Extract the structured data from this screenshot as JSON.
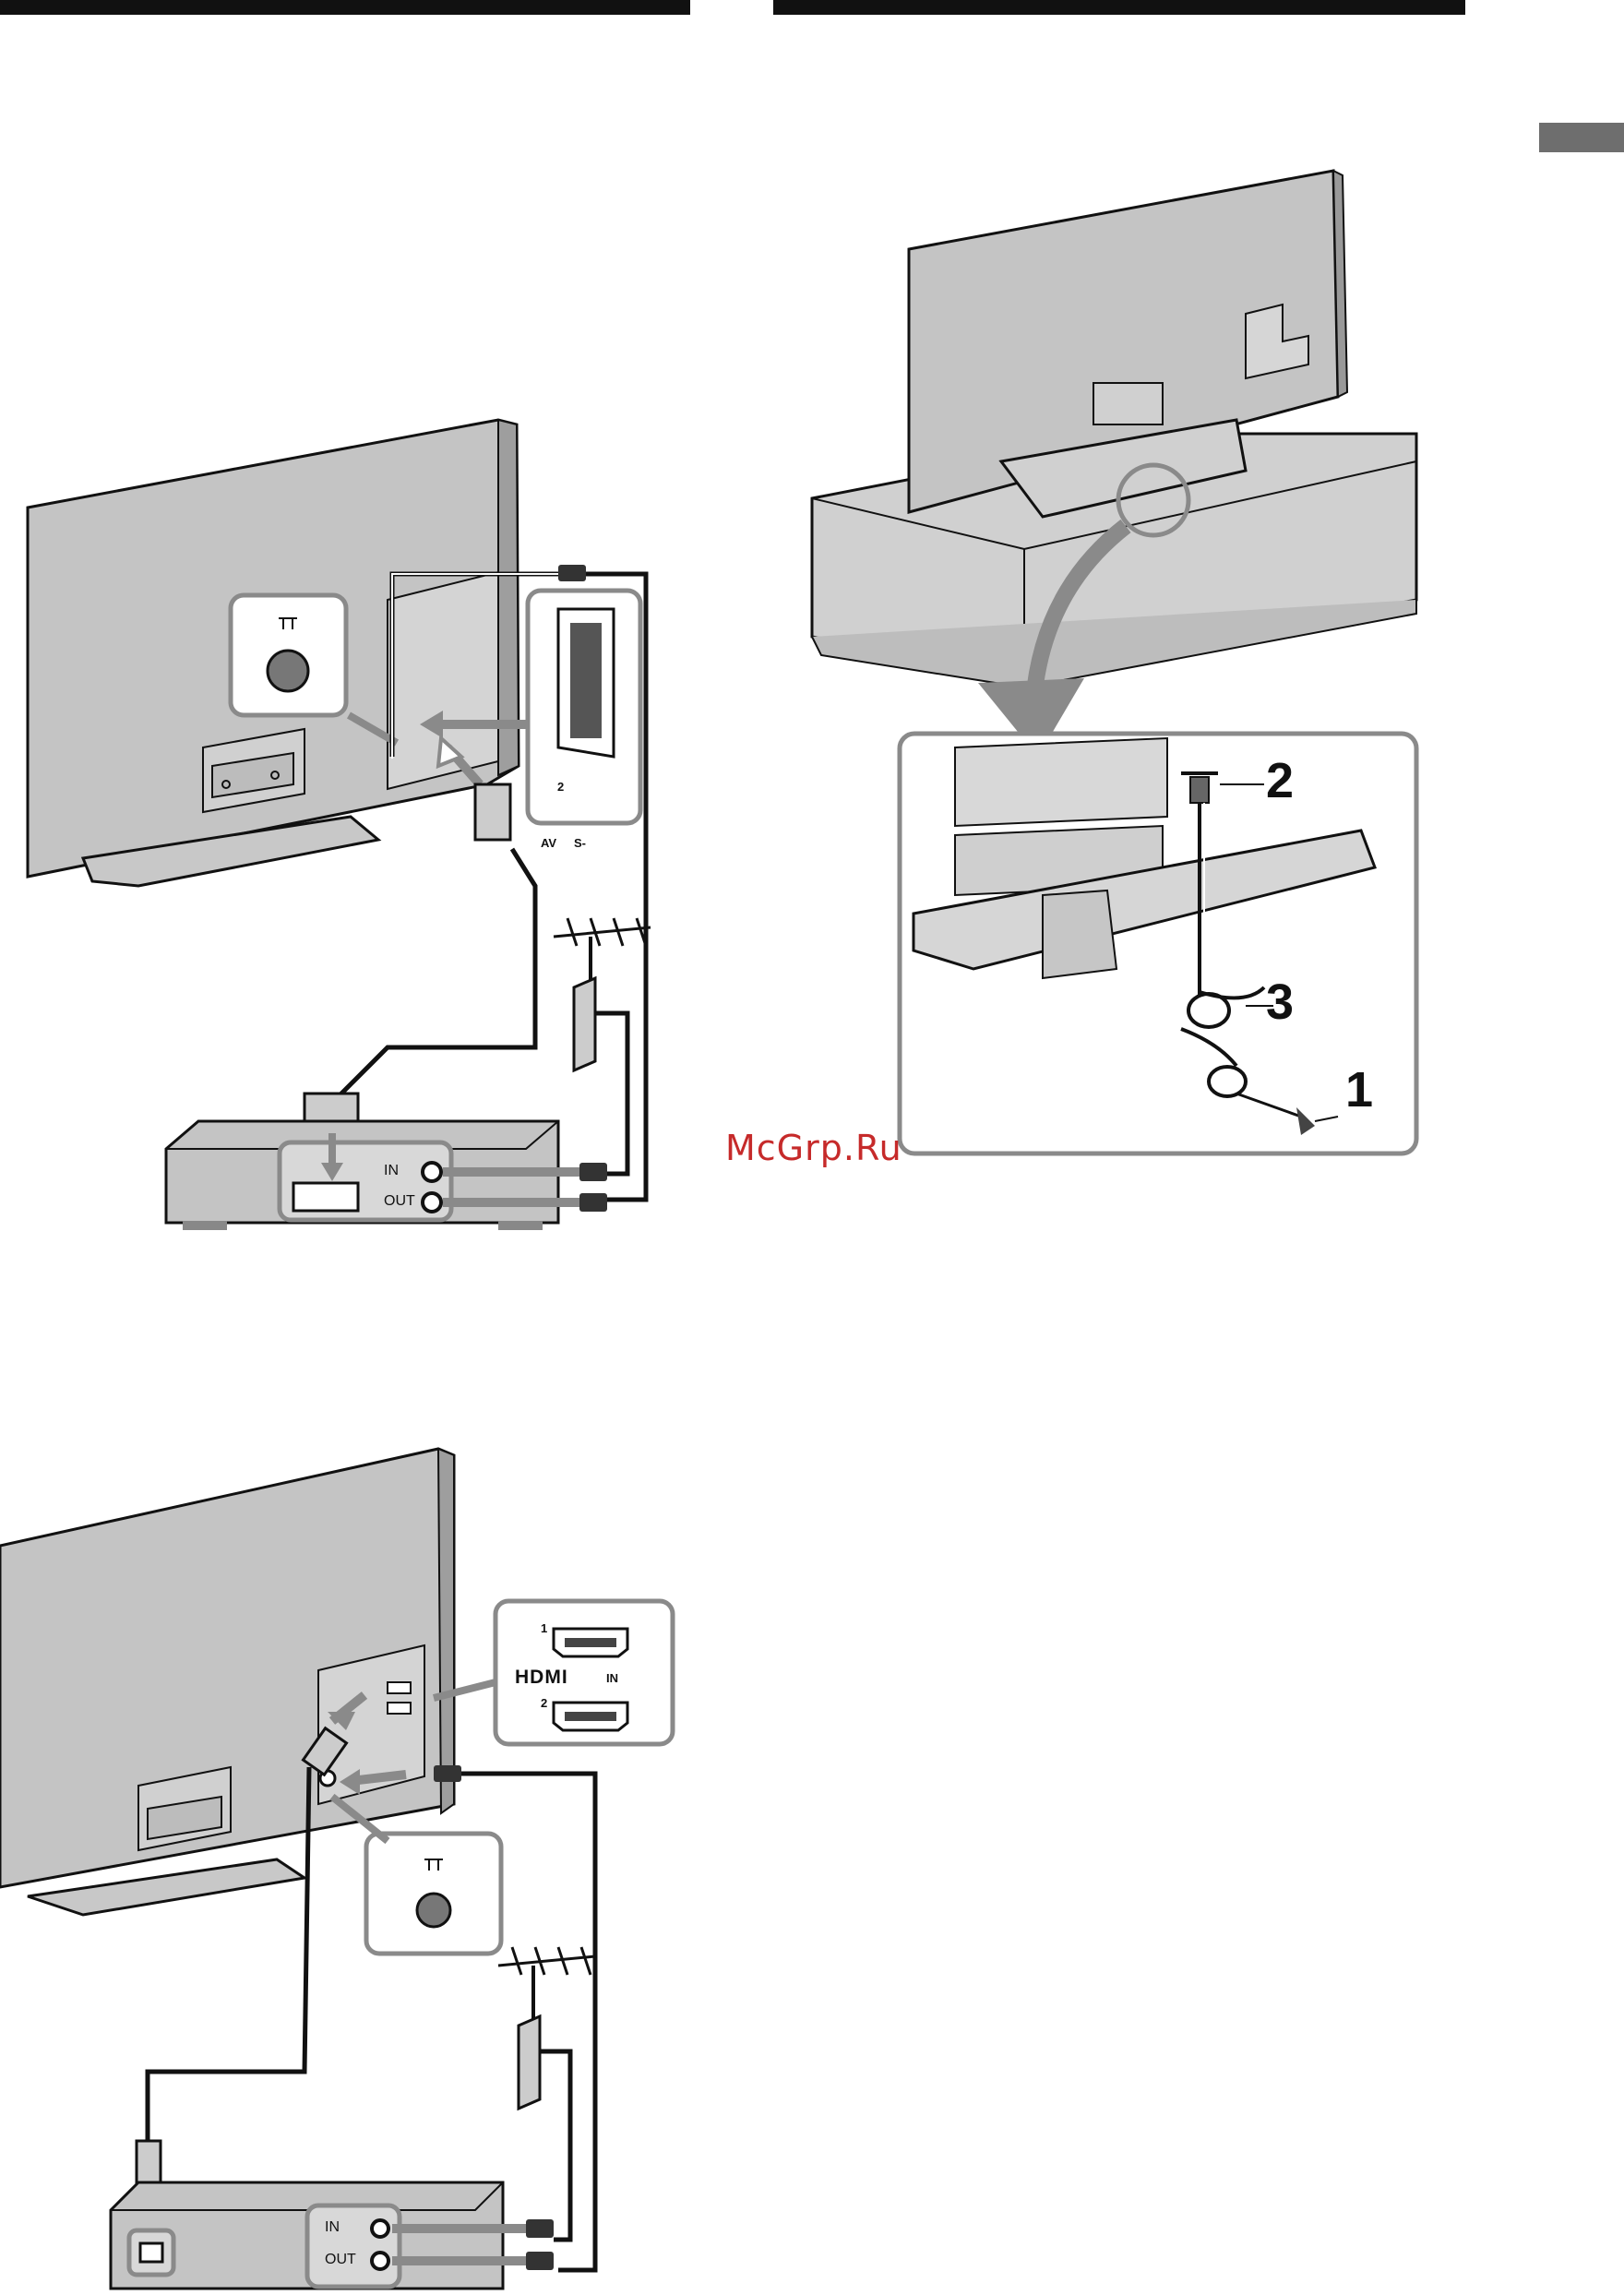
{
  "watermark": "McGrp.Ru",
  "colors": {
    "tv_body": "#c4c4c4",
    "arrow": "#8a8a8a",
    "frame": "#7a7a7a",
    "watermark": "#c62a2a"
  },
  "icons": [
    "antenna-icon",
    "aerial-socket-icon",
    "scart-connector-icon",
    "hdmi-connector-icon",
    "coaxial-plug-icon",
    "screw-icon",
    "cord-icon"
  ],
  "figure_scart": {
    "port_in": "IN",
    "port_out": "OUT",
    "socket_number": "2",
    "av_label": "AV",
    "svideo_label": "S-"
  },
  "figure_strap": {
    "step_1": "1",
    "step_2": "2",
    "step_3": "3"
  },
  "figure_hdmi": {
    "hdmi_1": "1",
    "hdmi_2": "2",
    "hdmi_logo": "HDMI",
    "hdmi_in": "IN",
    "port_in": "IN",
    "port_out": "OUT"
  }
}
